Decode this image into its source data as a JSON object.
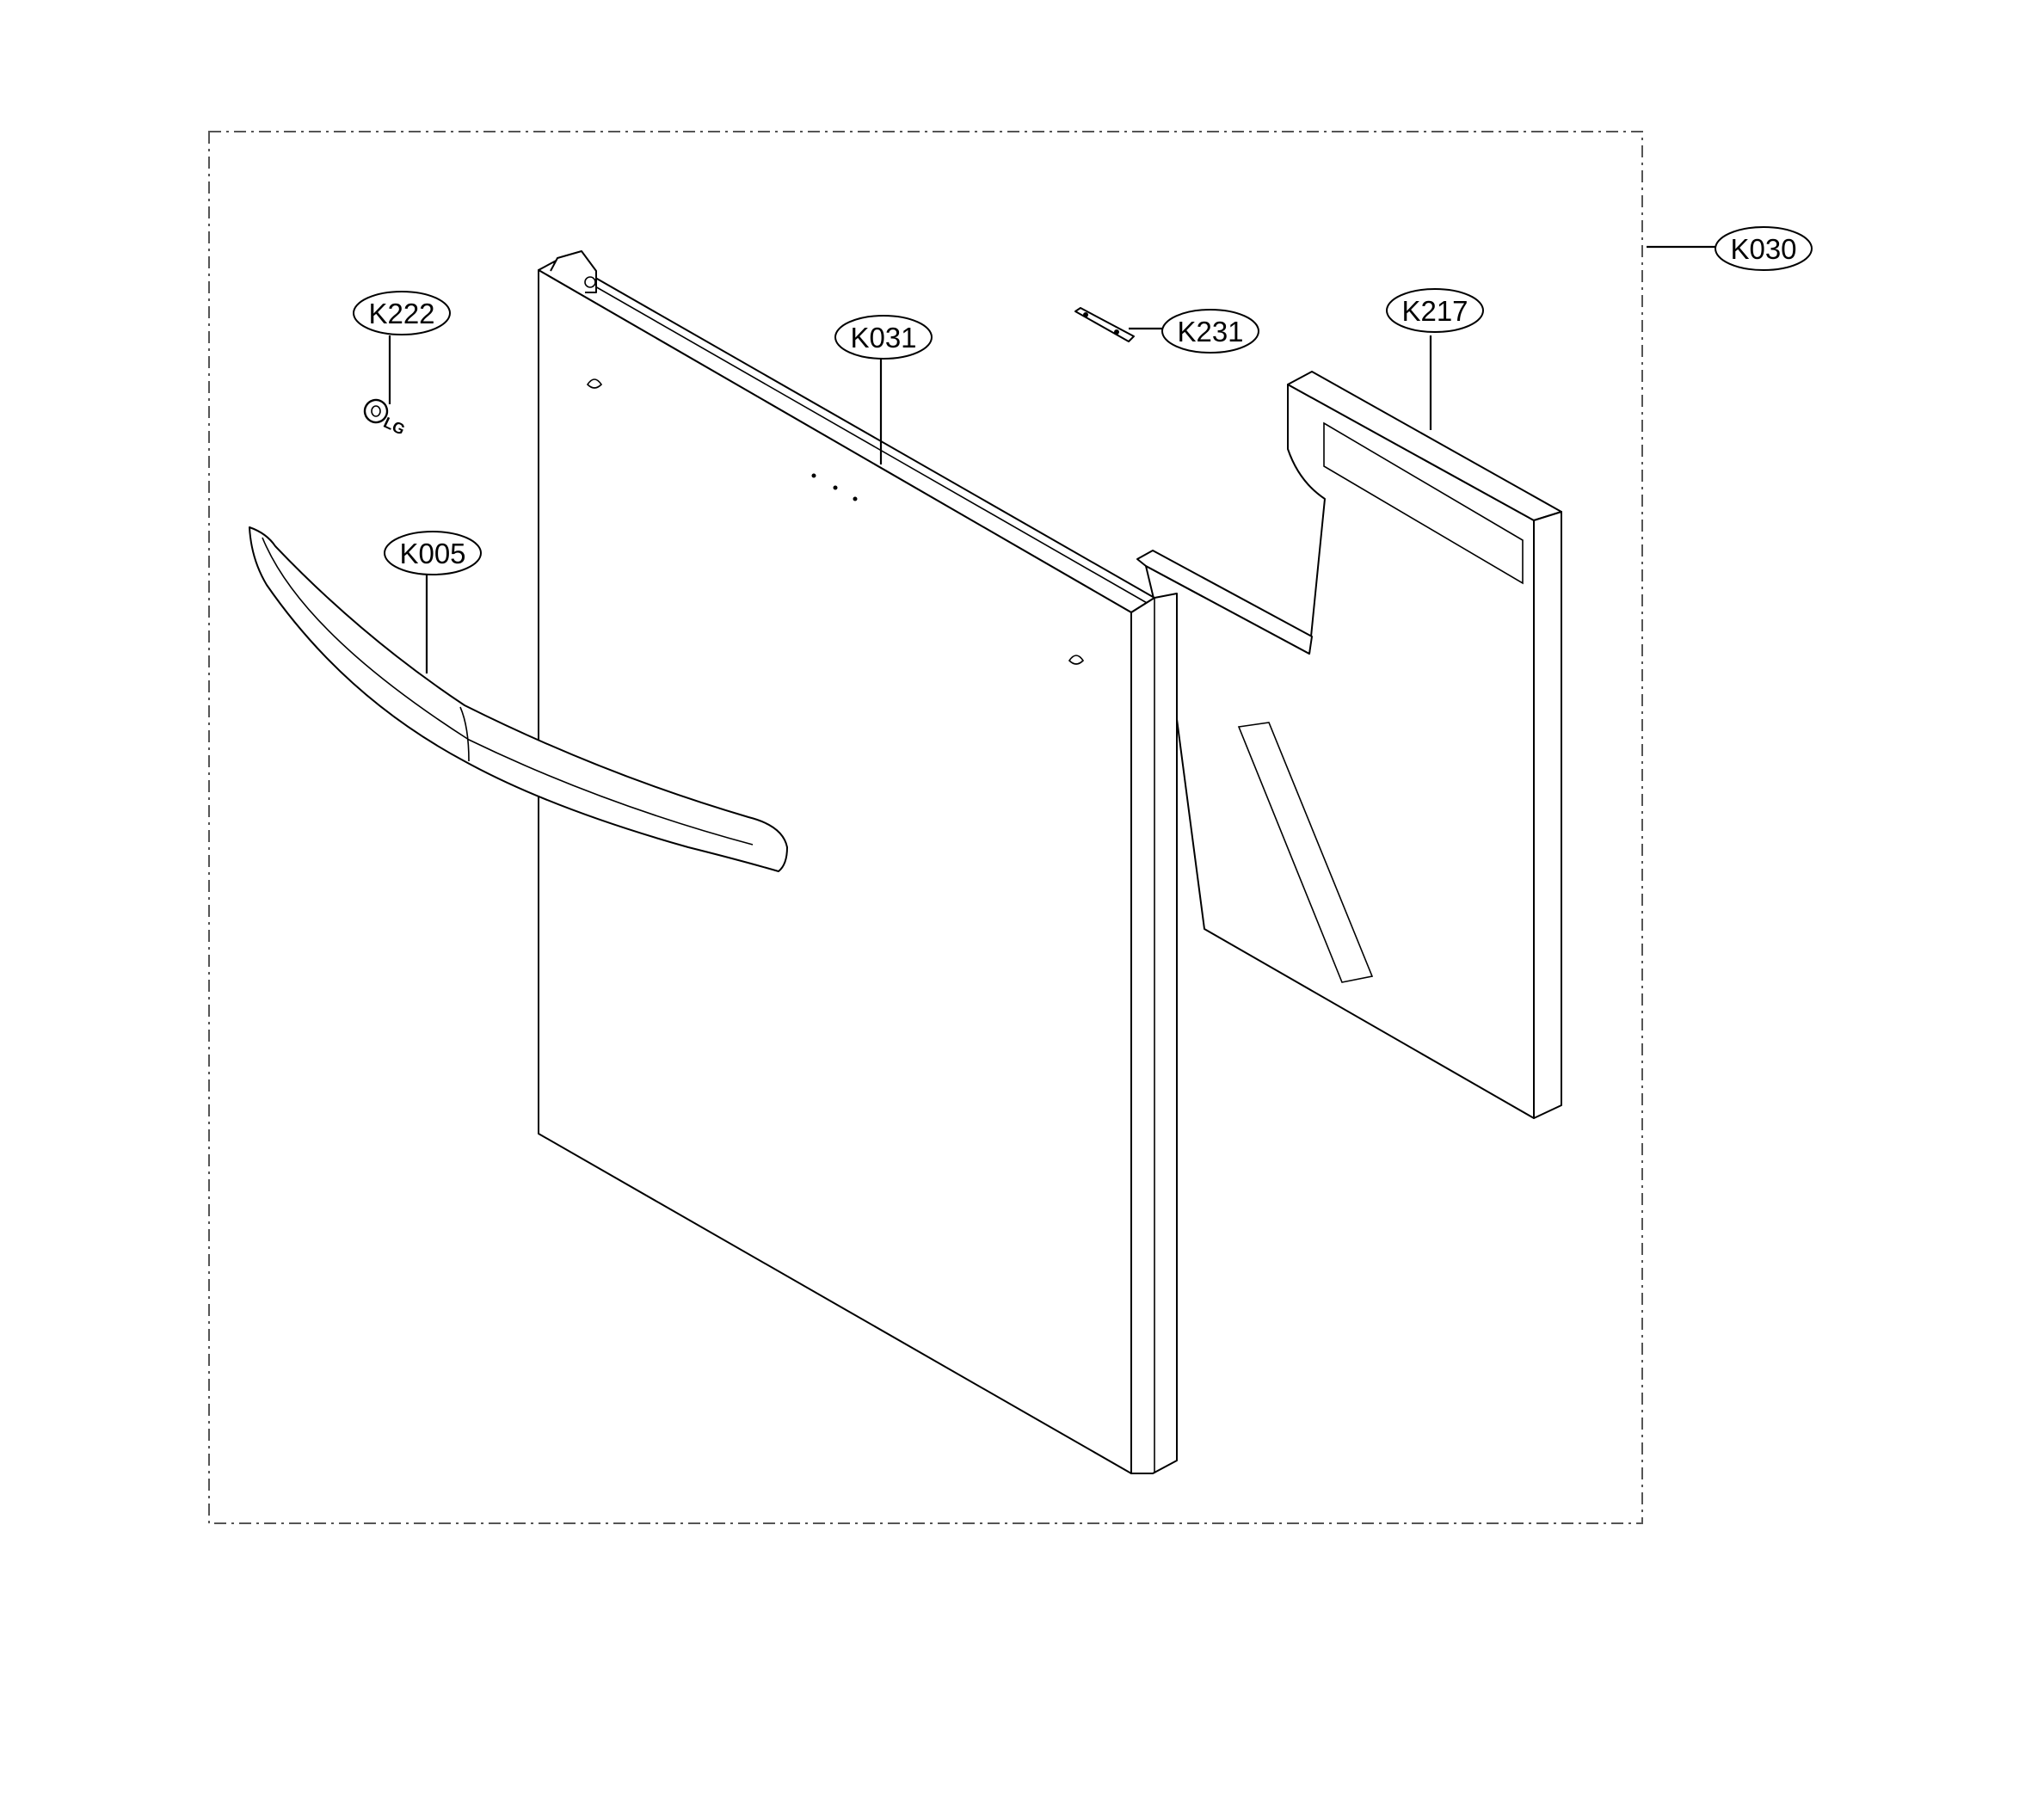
{
  "callouts": {
    "k030": "K030",
    "k222": "K222",
    "k031": "K031",
    "k231": "K231",
    "k217": "K217",
    "k005": "K005"
  },
  "logo_text": "LG"
}
